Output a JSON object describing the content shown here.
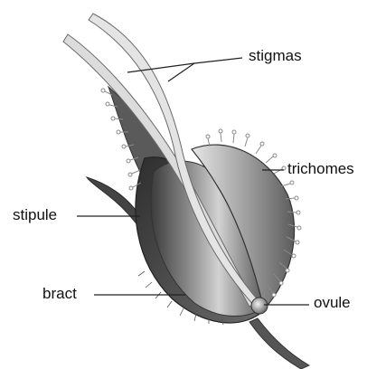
{
  "labels": {
    "stigmas": "stigmas",
    "trichomes": "trichomes",
    "stipule": "stipule",
    "bract": "bract",
    "ovule": "ovule"
  },
  "colors": {
    "background": "#ffffff",
    "text": "#111111",
    "leader_line": "#222222",
    "bract_dark": "#3a3a3a",
    "body_mid": "#9a9a9a",
    "stigma_fill": "#dcdcdc",
    "trichome": "#8a8a8a"
  }
}
